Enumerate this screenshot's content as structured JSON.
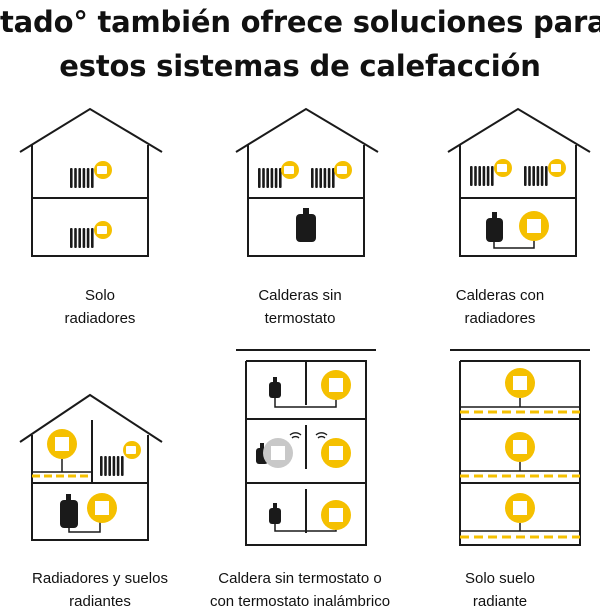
{
  "heading": {
    "line1": "tado° también ofrece soluciones para",
    "line2": "estos sistemas de calefacción"
  },
  "systems": [
    {
      "lines": [
        "Solo",
        "radiadores"
      ],
      "icon": "house-radiators-icon"
    },
    {
      "lines": [
        "Calderas sin",
        "termostato"
      ],
      "icon": "house-boiler-icon"
    },
    {
      "lines": [
        "Calderas con",
        "radiadores"
      ],
      "icon": "house-boiler-radiators-icon"
    },
    {
      "lines": [
        "Radiadores y suelos",
        "radiantes"
      ],
      "icon": "house-radiators-floor-icon"
    },
    {
      "lines": [
        "Caldera sin termostato o",
        "con termostato inalámbrico"
      ],
      "icon": "apartment-boilers-icon"
    },
    {
      "lines": [
        "Solo suelo",
        "radiante"
      ],
      "icon": "apartment-floor-heating-icon"
    }
  ],
  "colors": {
    "accent": "#f5c000",
    "line": "#1a1a1a",
    "gray": "#c8c8c8"
  }
}
